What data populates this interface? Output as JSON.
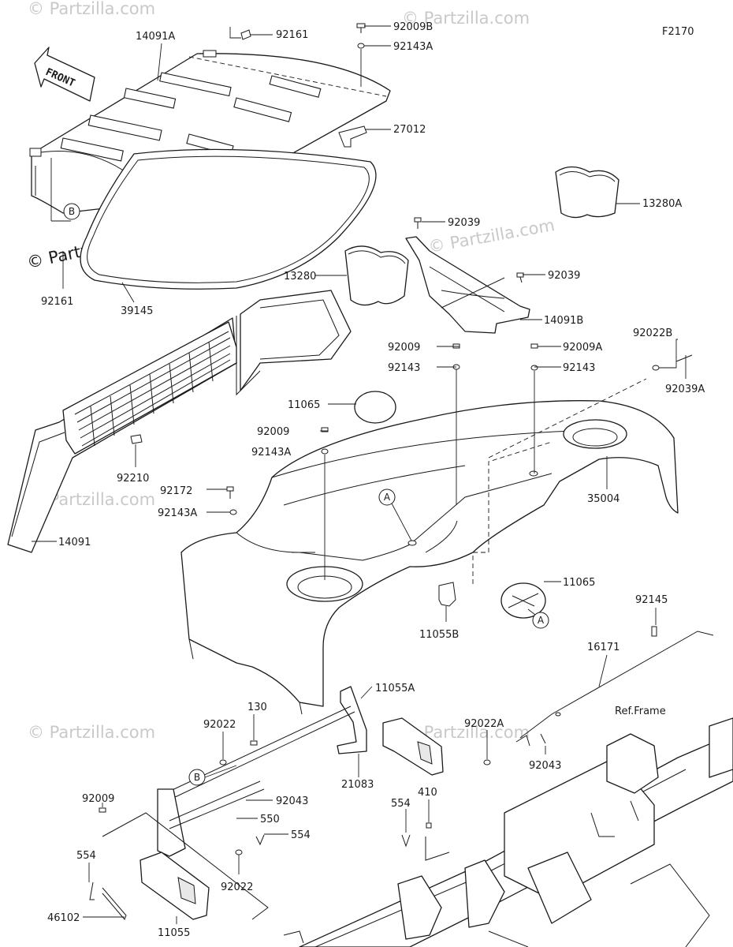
{
  "figure_code": "F2170",
  "watermark_text": "© Partzilla.com",
  "front_arrow_label": "FRONT",
  "ref_frame_label": "Ref.Frame",
  "callouts": {
    "a": "A",
    "b": "B"
  },
  "parts": {
    "p14091A": "14091A",
    "p92161_top": "92161",
    "p92009B": "92009B",
    "p92143A_top": "92143A",
    "p27012": "27012",
    "p13280A": "13280A",
    "p92161_left": "92161",
    "p39145": "39145",
    "p92039_a": "92039",
    "p13280": "13280",
    "p92039_b": "92039",
    "p14091B": "14091B",
    "p92009_a": "92009",
    "p92143_a": "92143",
    "p92009A": "92009A",
    "p92143_b": "92143",
    "p92022B": "92022B",
    "p92039A": "92039A",
    "p11065_top": "11065",
    "p92009_b": "92009",
    "p92143A_mid": "92143A",
    "p92210": "92210",
    "p92172": "92172",
    "p92143A_low": "92143A",
    "p35004": "35004",
    "p14091": "14091",
    "p11065_low": "11065",
    "p11055B": "11055B",
    "p92145": "92145",
    "p16171": "16171",
    "p11055A": "11055A",
    "p130": "130",
    "p92022_a": "92022",
    "p92022A": "92022A",
    "p92043_a": "92043",
    "p21083": "21083",
    "p92009_c": "92009",
    "p92043_b": "92043",
    "p550": "550",
    "p554_a": "554",
    "p410": "410",
    "p554_b": "554",
    "p554_c": "554",
    "p92022_b": "92022",
    "p46102": "46102",
    "p11055": "11055"
  }
}
